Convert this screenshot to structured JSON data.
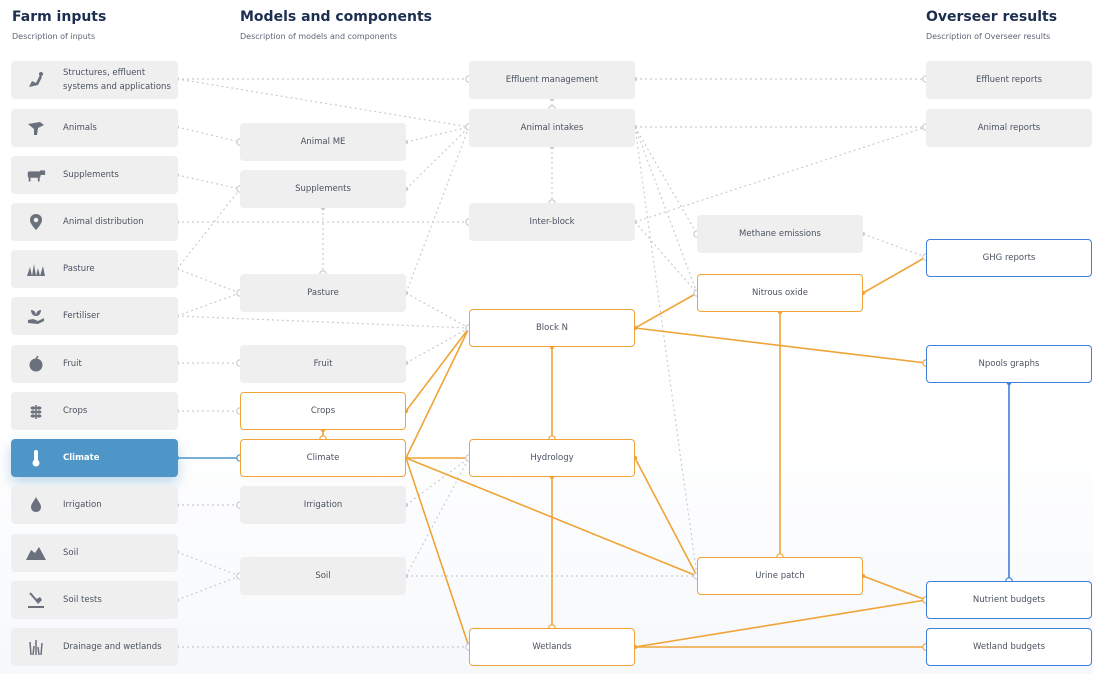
{
  "columns": {
    "inputs": {
      "title": "Farm inputs",
      "description": "Description of inputs"
    },
    "models": {
      "title": "Models and components",
      "description": "Description of models and components"
    },
    "results": {
      "title": "Overseer results",
      "description": "Description of Overseer results"
    }
  },
  "inputs": [
    {
      "label": "Structures, effluent systems and applications",
      "icon": "effluent-structure-icon"
    },
    {
      "label": "Animals",
      "icon": "animal-icon"
    },
    {
      "label": "Supplements",
      "icon": "cow-icon"
    },
    {
      "label": "Animal distribution",
      "icon": "location-pin-icon"
    },
    {
      "label": "Pasture",
      "icon": "grass-icon"
    },
    {
      "label": "Fertiliser",
      "icon": "hand-plant-icon"
    },
    {
      "label": "Fruit",
      "icon": "apple-icon"
    },
    {
      "label": "Crops",
      "icon": "wheat-icon"
    },
    {
      "label": "Climate",
      "icon": "thermometer-icon"
    },
    {
      "label": "Irrigation",
      "icon": "water-drop-icon"
    },
    {
      "label": "Soil",
      "icon": "soil-mound-icon"
    },
    {
      "label": "Soil tests",
      "icon": "shovel-icon"
    },
    {
      "label": "Drainage and wetlands",
      "icon": "reeds-icon"
    }
  ],
  "models_left": [
    {
      "id": "animal-me",
      "label": "Animal ME"
    },
    {
      "id": "supplements",
      "label": "Supplements"
    },
    {
      "id": "pasture",
      "label": "Pasture"
    },
    {
      "id": "fruit",
      "label": "Fruit"
    },
    {
      "id": "crops",
      "label": "Crops"
    },
    {
      "id": "climate",
      "label": "Climate"
    },
    {
      "id": "irrigation",
      "label": "Irrigation"
    },
    {
      "id": "soil",
      "label": "Soil"
    }
  ],
  "models_mid": [
    {
      "id": "effluent-management",
      "label": "Effluent management"
    },
    {
      "id": "animal-intakes",
      "label": "Animal intakes"
    },
    {
      "id": "inter-block",
      "label": "Inter-block"
    },
    {
      "id": "block-n",
      "label": "Block N"
    },
    {
      "id": "hydrology",
      "label": "Hydrology"
    },
    {
      "id": "wetlands",
      "label": "Wetlands"
    }
  ],
  "models_right": [
    {
      "id": "methane-emissions",
      "label": "Methane emissions"
    },
    {
      "id": "nitrous-oxide",
      "label": "Nitrous oxide"
    },
    {
      "id": "urine-patch",
      "label": "Urine patch"
    }
  ],
  "results": [
    {
      "id": "effluent-reports",
      "label": "Effluent reports"
    },
    {
      "id": "animal-reports",
      "label": "Animal reports"
    },
    {
      "id": "ghg-reports",
      "label": "GHG reports"
    },
    {
      "id": "npools-graphs",
      "label": "Npools graphs"
    },
    {
      "id": "nutrient-budgets",
      "label": "Nutrient budgets"
    },
    {
      "id": "wetland-budgets",
      "label": "Wetland budgets"
    }
  ],
  "selected_input": "Climate",
  "colors": {
    "active_input": "#4d96c7",
    "highlight": "#f0a437",
    "result": "#3e7fd8",
    "inactive_link": "#c8ccd2",
    "node_bg": "#efefef",
    "title": "#1d2e4f"
  }
}
